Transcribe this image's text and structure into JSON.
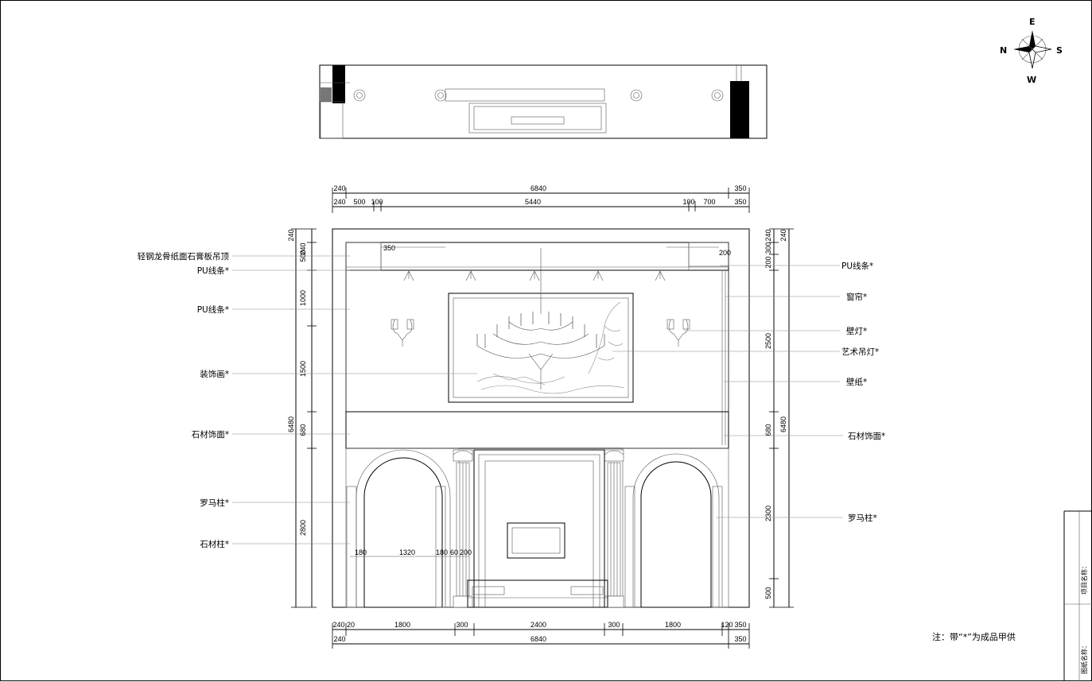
{
  "compass": {
    "north": "N",
    "south": "S",
    "east": "E",
    "west": "W"
  },
  "dims_top_overall": [
    "240",
    "6840",
    "350"
  ],
  "dims_top_detail": [
    "240",
    "500",
    "100",
    "5440",
    "100",
    "700",
    "350"
  ],
  "dims_bottom_detail": [
    "240",
    "20",
    "1800",
    "300",
    "2400",
    "300",
    "1800",
    "120",
    "350"
  ],
  "dims_bottom_overall": [
    "240",
    "6840",
    "350"
  ],
  "dims_left_detail": [
    "240",
    "240",
    "500",
    "1000",
    "1500",
    "680",
    "2800"
  ],
  "dims_left_total": "6480",
  "dims_right_detail": [
    "240",
    "240",
    "200",
    "300",
    "2500",
    "680",
    "2300",
    "500"
  ],
  "dims_right_total": "6480",
  "inner_dims": [
    "350",
    "200",
    "180",
    "1320",
    "180",
    "60",
    "200"
  ],
  "labels_left": [
    "轻钢龙骨纸面石膏板吊顶",
    "PU线条*",
    "PU线条*",
    "装饰画*",
    "石材饰面*",
    "罗马柱*",
    "石材柱*"
  ],
  "labels_right": [
    "PU线条*",
    "窗帘*",
    "壁灯*",
    "艺术吊灯*",
    "壁纸*",
    "石材饰面*",
    "罗马柱*"
  ],
  "note": "注：带“*”为成品甲供",
  "title_block": {
    "field_1": "项目名称：",
    "field_2": "图纸名称："
  }
}
